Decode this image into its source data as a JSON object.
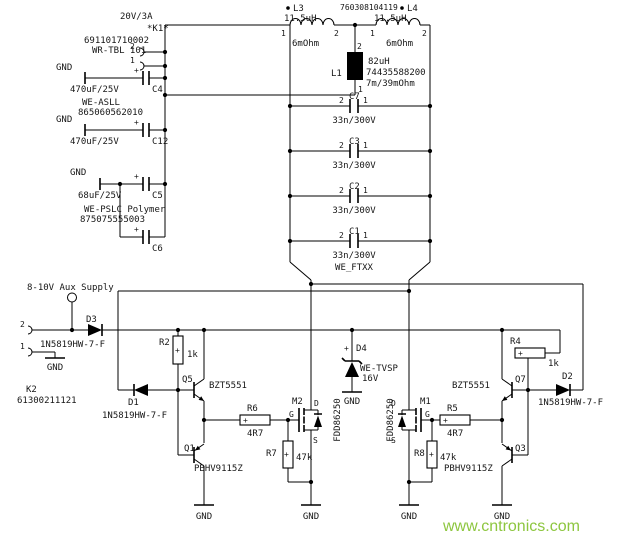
{
  "watermark": {
    "text": "www.cntronics.com",
    "color": "#8dc63f"
  },
  "shared": {
    "gnd": "GND",
    "plus": "+",
    "pin1": "1",
    "pin2": "2"
  },
  "input_connector": {
    "rating": "20V/3A",
    "ref": "*K1*",
    "part": "691101710002",
    "series": "WR-TBL 101"
  },
  "bulk_caps": {
    "c4": {
      "ref": "C4",
      "value": "470uF/25V"
    },
    "c12": {
      "ref": "C12",
      "value": "470uF/25V"
    },
    "c5": {
      "ref": "C5",
      "value": "68uF/25V"
    },
    "c6": {
      "ref": "C6"
    },
    "asll": {
      "series": "WE-ASLL",
      "part": "865060562010"
    },
    "pslc": {
      "series": "WE-PSLC Polymer",
      "part": "875075555003"
    }
  },
  "tank": {
    "coil_part": "760308104119",
    "l3": {
      "ref": "L3",
      "value": "11.5uH",
      "res": "6mOhm"
    },
    "l4": {
      "ref": "L4",
      "value": "11.5uH",
      "res": "6mOhm"
    },
    "l1": {
      "ref": "L1",
      "value": "82uH",
      "part": "74435588200",
      "res": "7m/39mOhm"
    },
    "caps": {
      "refs": [
        "C7",
        "C3",
        "C2",
        "C1"
      ],
      "value": "33n/300V",
      "series": "WE_FTXX"
    }
  },
  "aux": {
    "label": "8-10V Aux Supply",
    "d3": {
      "ref": "D3",
      "part": "1N5819HW-7-F"
    },
    "k2": {
      "ref": "K2",
      "part": "61300211121"
    },
    "tvs": {
      "ref": "D4",
      "series": "WE-TVSP",
      "value": "16V"
    }
  },
  "drive_left": {
    "r2": {
      "ref": "R2",
      "value": "1k"
    },
    "d1": {
      "ref": "D1",
      "part": "1N5819HW-7-F"
    },
    "q5": {
      "ref": "Q5",
      "part": "BZT5551"
    },
    "q1": {
      "ref": "Q1",
      "part": "PBHV9115Z"
    },
    "r6": {
      "ref": "R6",
      "value": "4R7"
    },
    "r7": {
      "ref": "R7",
      "value": "47k"
    }
  },
  "drive_right": {
    "r4": {
      "ref": "R4",
      "value": "1k"
    },
    "d2": {
      "ref": "D2",
      "part": "1N5819HW-7-F"
    },
    "q7": {
      "ref": "Q7",
      "part": "BZT5551"
    },
    "q3": {
      "ref": "Q3",
      "part": "PBHV9115Z"
    },
    "r5": {
      "ref": "R5",
      "value": "4R7"
    },
    "r8": {
      "ref": "R8",
      "value": "47k"
    }
  },
  "mosfets": {
    "m2": {
      "ref": "M2"
    },
    "m1": {
      "ref": "M1"
    },
    "part": "FDD86250",
    "pins": {
      "d": "D",
      "g": "G",
      "s": "S"
    }
  }
}
